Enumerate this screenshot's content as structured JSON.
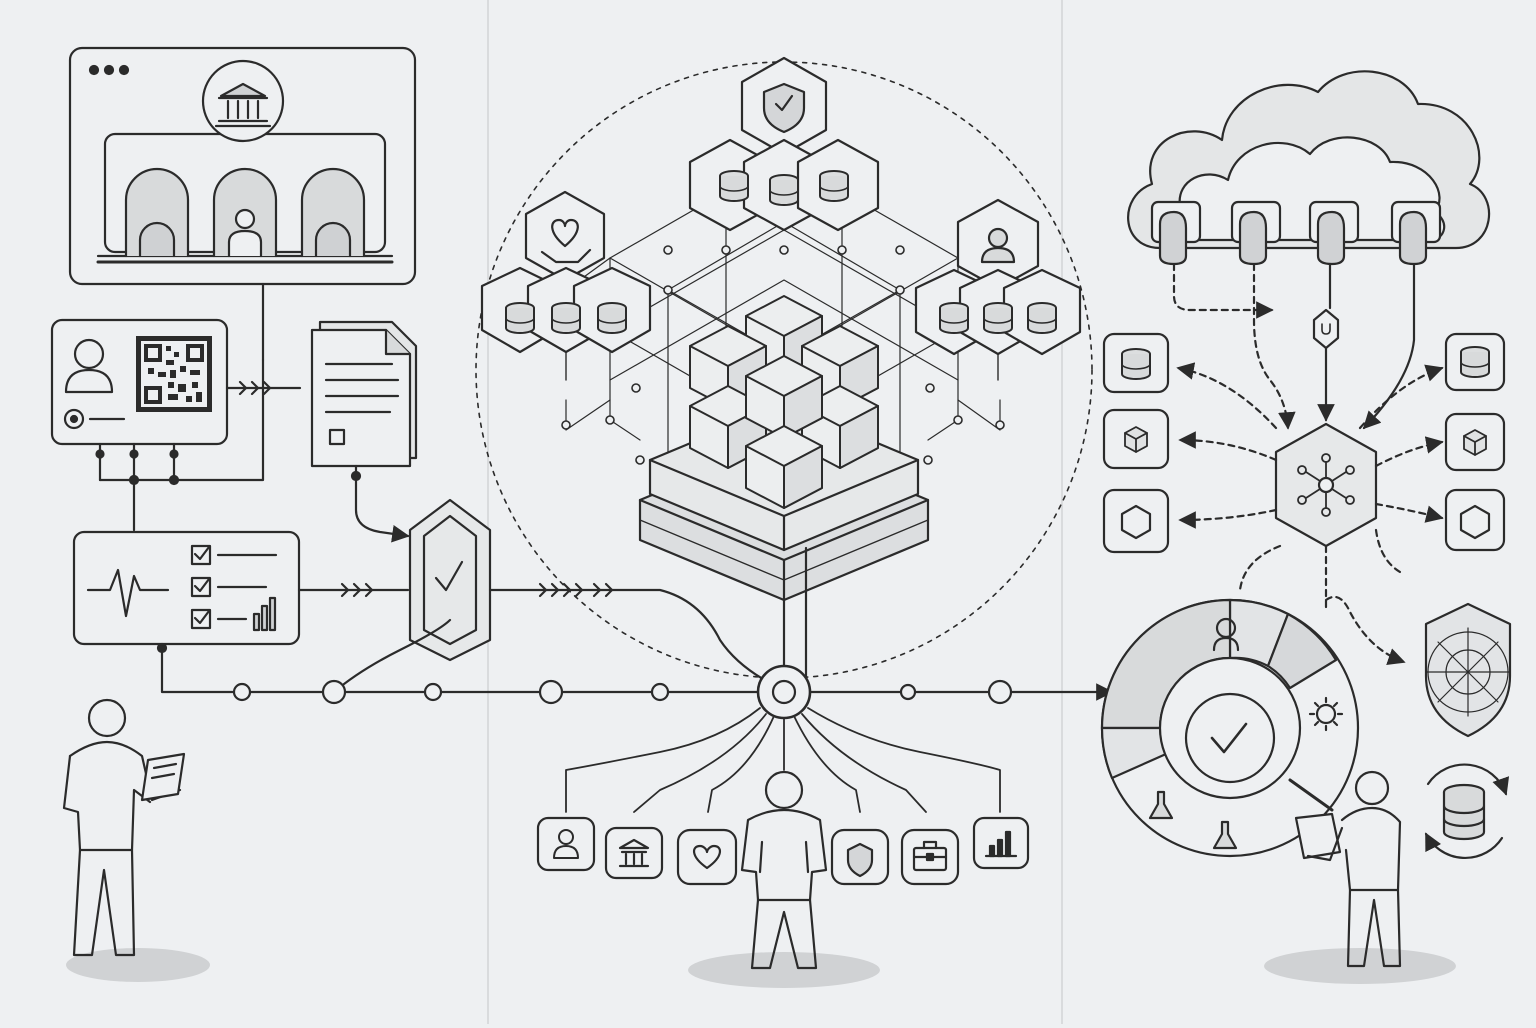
{
  "colors": {
    "background": "#eef0f2",
    "stroke": "#2b2b2b",
    "fill_light": "#e2e4e6",
    "fill_mid": "#d4d6d8",
    "shadow": "#cfd1d3"
  },
  "panels": {
    "left": {
      "browser_window_icons": [
        "bank-icon",
        "person-icon"
      ],
      "id_card_icons": [
        "person-icon",
        "qr-code-icon",
        "radio-icon"
      ],
      "document_icon": "document-icon",
      "health_card_icons": [
        "heartbeat-icon",
        "checklist-icon",
        "bar-chart-icon"
      ],
      "shield_icon": "shield-check-icon"
    },
    "center": {
      "hex_groups": [
        {
          "icon": "heart-hands-icon",
          "cylinders": 3
        },
        {
          "icon": "shield-icon",
          "cylinders": 3
        },
        {
          "icon": "person-icon",
          "cylinders": 3
        }
      ],
      "core": "cube-stack-icon",
      "hub": "hub-node-icon",
      "endpoint_icons": [
        "person-icon",
        "bank-icon",
        "heart-icon",
        "shield-icon",
        "briefcase-icon",
        "bar-chart-icon"
      ]
    },
    "right": {
      "cloud": "cloud-icon",
      "left_column_icons": [
        "database-icon",
        "cube-icon",
        "hexagon-icon"
      ],
      "right_column_icons": [
        "database-icon",
        "cube-icon",
        "hexagon-icon"
      ],
      "center_hex": "network-icon",
      "gauge_icons": [
        "search-person-icon",
        "sun-icon",
        "flask-icon",
        "flask-icon",
        "check-circle-icon"
      ],
      "shield": "shield-web-icon",
      "sync": "database-sync-icon"
    }
  }
}
